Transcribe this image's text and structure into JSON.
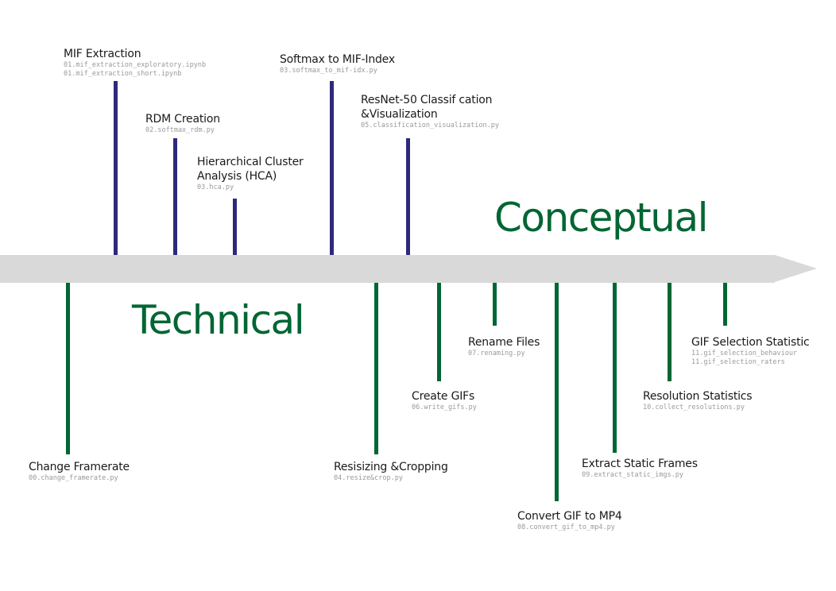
{
  "headings": {
    "conceptual": "Conceptual",
    "technical": "Technical"
  },
  "colors": {
    "conceptual_bar": "#2d2a7b",
    "technical_bar": "#006633",
    "heading": "#006633",
    "axis": "#d9d9d9",
    "filename": "#9a9a9a"
  },
  "conceptual_steps": [
    {
      "title": "MIF Extraction",
      "files": [
        "01.mif_extraction_exploratory.ipynb",
        "01.mif_extraction_short.ipynb"
      ]
    },
    {
      "title": "RDM Creation",
      "files": [
        "02.softmax_rdm.py"
      ]
    },
    {
      "title": "Hierarchical Cluster Analysis (HCA)",
      "title_lines": [
        "Hierarchical Cluster",
        "Analysis (HCA)"
      ],
      "files": [
        "03.hca.py"
      ]
    },
    {
      "title": "Softmax to MIF-Index",
      "files": [
        "03.softmax_to_mif-idx.py"
      ]
    },
    {
      "title": "ResNet-50 Classif cation &Visualization",
      "title_lines": [
        "ResNet-50 Classif cation",
        "&Visualization"
      ],
      "files": [
        "05.classification_visualization.py"
      ]
    }
  ],
  "technical_steps": [
    {
      "title": "Change Framerate",
      "files": [
        "00.change_framerate.py"
      ]
    },
    {
      "title": "Resisizing &Cropping",
      "files": [
        "04.resize&crop.py"
      ]
    },
    {
      "title": "Create GIFs",
      "files": [
        "06.write_gifs.py"
      ]
    },
    {
      "title": "Rename Files",
      "files": [
        "07.renaming.py"
      ]
    },
    {
      "title": "Convert GIF to MP4",
      "files": [
        "08.convert_gif_to_mp4.py"
      ]
    },
    {
      "title": "Extract Static Frames",
      "files": [
        "09.extract_static_imgs.py"
      ]
    },
    {
      "title": "Resolution Statistics",
      "files": [
        "10.collect_resolutions.py"
      ]
    },
    {
      "title": "GIF Selection Statistic",
      "files": [
        "11.gif_selection_behaviour",
        "11.gif_selection_raters"
      ]
    }
  ]
}
